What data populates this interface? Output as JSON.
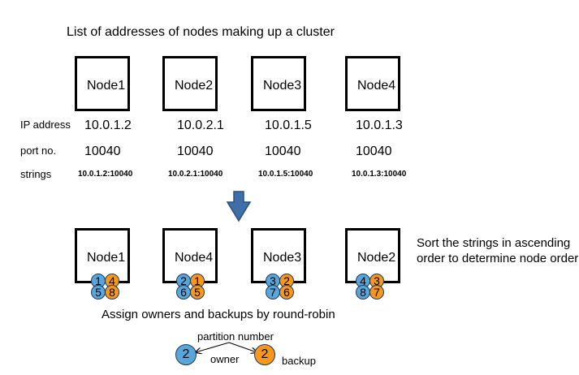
{
  "title": "List of addresses of nodes making up a cluster",
  "labels": {
    "ip": "IP address",
    "port": "port no.",
    "strings": "strings"
  },
  "top_nodes": [
    {
      "name": "Node1",
      "ip": "10.0.1.2",
      "port": "10040",
      "str": "10.0.1.2:10040"
    },
    {
      "name": "Node2",
      "ip": "10.0.2.1",
      "port": "10040",
      "str": "10.0.2.1:10040"
    },
    {
      "name": "Node3",
      "ip": "10.0.1.5",
      "port": "10040",
      "str": "10.0.1.5:10040"
    },
    {
      "name": "Node4",
      "ip": "10.0.1.3",
      "port": "10040",
      "str": "10.0.1.3:10040"
    }
  ],
  "bottom_nodes": [
    {
      "name": "Node1",
      "owners": [
        "1",
        "5"
      ],
      "backups": [
        "4",
        "8"
      ]
    },
    {
      "name": "Node4",
      "owners": [
        "2",
        "6"
      ],
      "backups": [
        "1",
        "5"
      ]
    },
    {
      "name": "Node3",
      "owners": [
        "3",
        "7"
      ],
      "backups": [
        "2",
        "6"
      ]
    },
    {
      "name": "Node2",
      "owners": [
        "4",
        "8"
      ],
      "backups": [
        "3",
        "7"
      ]
    }
  ],
  "sort_note": "Sort the strings in ascending order to determine node order",
  "assign_note": "Assign owners and backups by round-robin",
  "legend": {
    "partition_label": "partition number",
    "owner_value": "2",
    "owner_label": "owner",
    "backup_value": "2",
    "backup_label": "backup"
  },
  "colors": {
    "owner": "#5aa6da",
    "backup": "#f7971d",
    "arrow": "#3f6fa8"
  }
}
